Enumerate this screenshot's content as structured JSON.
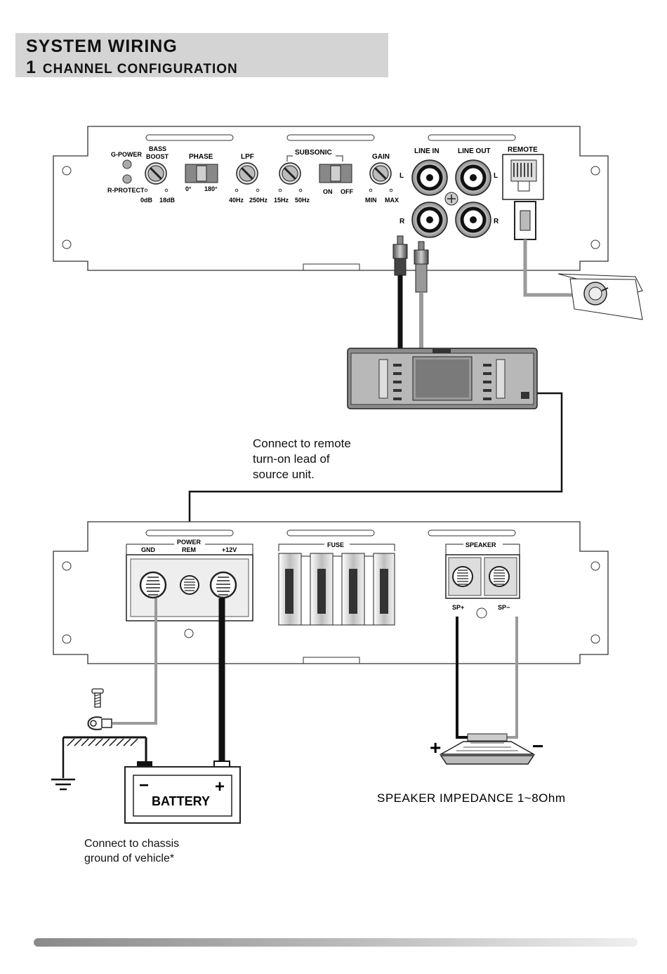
{
  "header": {
    "title": "SYSTEM  WIRING",
    "config_number": "1",
    "config_text": "CHANNEL    CONFIGURATION"
  },
  "amp_top": {
    "g_power": "G-POWER",
    "r_protect": "R-PROTECT",
    "bass_boost_1": "BASS",
    "bass_boost_2": "BOOST",
    "bass_min": "0dB",
    "bass_max": "18dB",
    "phase": "PHASE",
    "phase_0": "0°",
    "phase_180": "180°",
    "lpf": "LPF",
    "lpf_min": "40Hz",
    "lpf_max": "250Hz",
    "subsonic": "SUBSONIC",
    "sub_min": "15Hz",
    "sub_max": "50Hz",
    "sub_on": "ON",
    "sub_off": "OFF",
    "gain": "GAIN",
    "gain_min": "MIN",
    "gain_max": "MAX",
    "line_in": "LINE IN",
    "line_out": "LINE OUT",
    "remote": "REMOTE",
    "left": "L",
    "right": "R"
  },
  "amp_bottom": {
    "gnd": "GND",
    "power": "POWER",
    "rem": "REM",
    "plus12v": "+12V",
    "fuse": "FUSE",
    "speaker": "SPEAKER",
    "sp_plus": "SP+",
    "sp_minus": "SP−"
  },
  "battery": {
    "label": "BATTERY",
    "neg": "−",
    "pos": "+"
  },
  "speaker": {
    "plus": "+",
    "minus": "−",
    "impedance": "SPEAKER  IMPEDANCE 1~8Ohm"
  },
  "notes": {
    "remote_note_1": "Connect to remote",
    "remote_note_2": "turn-on lead of",
    "remote_note_3": "source unit.",
    "chassis_note_1": "Connect to chassis",
    "chassis_note_2": "ground of vehicle*"
  },
  "colors": {
    "header_bg": "#d4d4d4",
    "wire_black": "#111111",
    "wire_gray": "#9a9a9a"
  }
}
